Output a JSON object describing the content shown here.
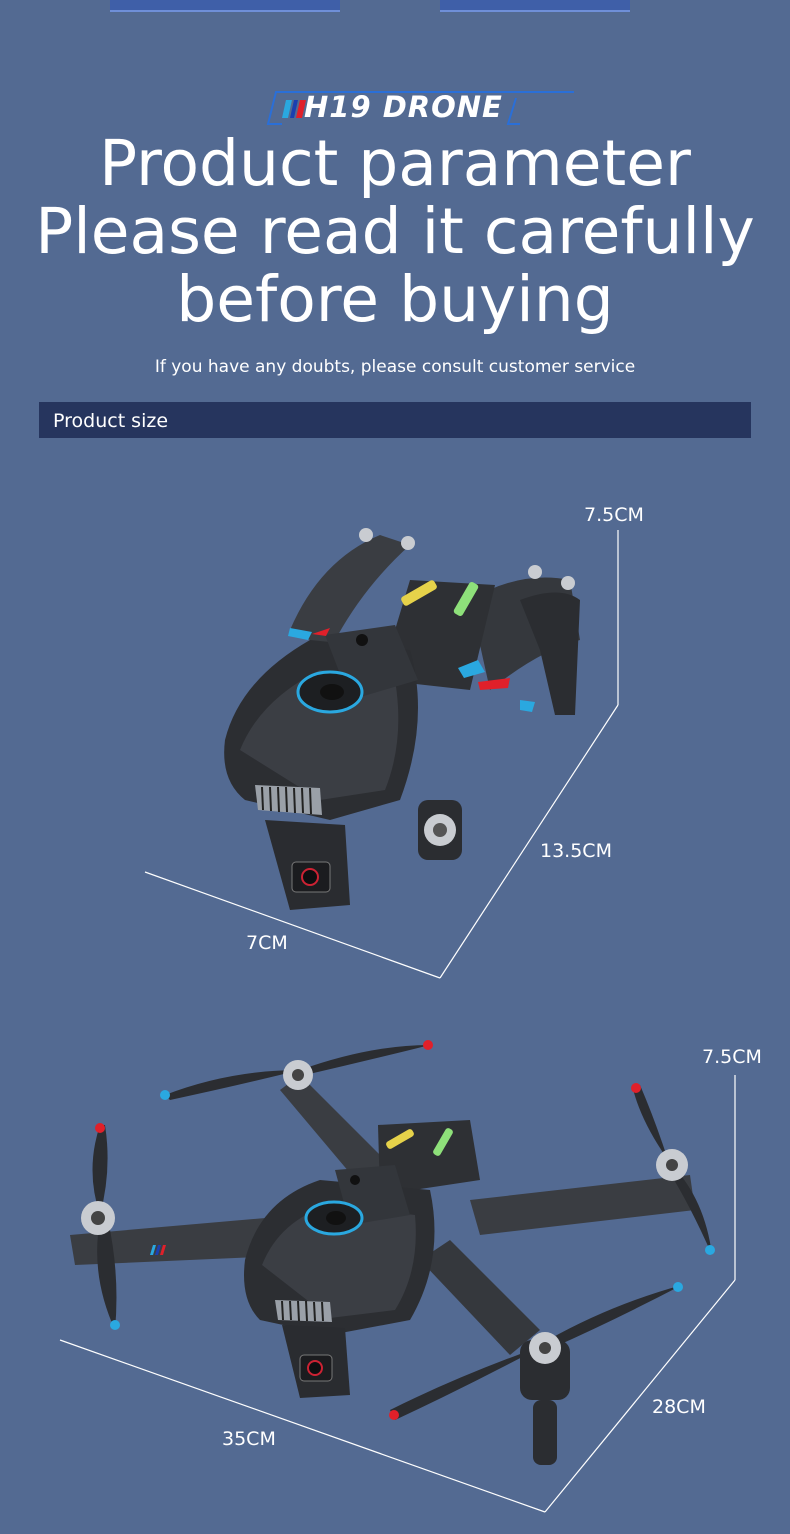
{
  "brand": {
    "logo_text": "H19 DRONE"
  },
  "headline": {
    "line1": "Product parameter",
    "line2": "Please read it carefully",
    "line3": "before buying"
  },
  "subtitle": "If you have any doubts, please consult customer service",
  "section": {
    "title": "Product size"
  },
  "folded": {
    "height": "7.5CM",
    "length": "13.5CM",
    "width": "7CM"
  },
  "unfolded": {
    "height": "7.5CM",
    "length": "28CM",
    "width": "35CM"
  },
  "colors": {
    "background": "#536a92",
    "section_bar": "#26355e",
    "accent_blue": "#2aa8e0",
    "accent_red": "#e0202a",
    "drone_body": "#2c2e32"
  }
}
